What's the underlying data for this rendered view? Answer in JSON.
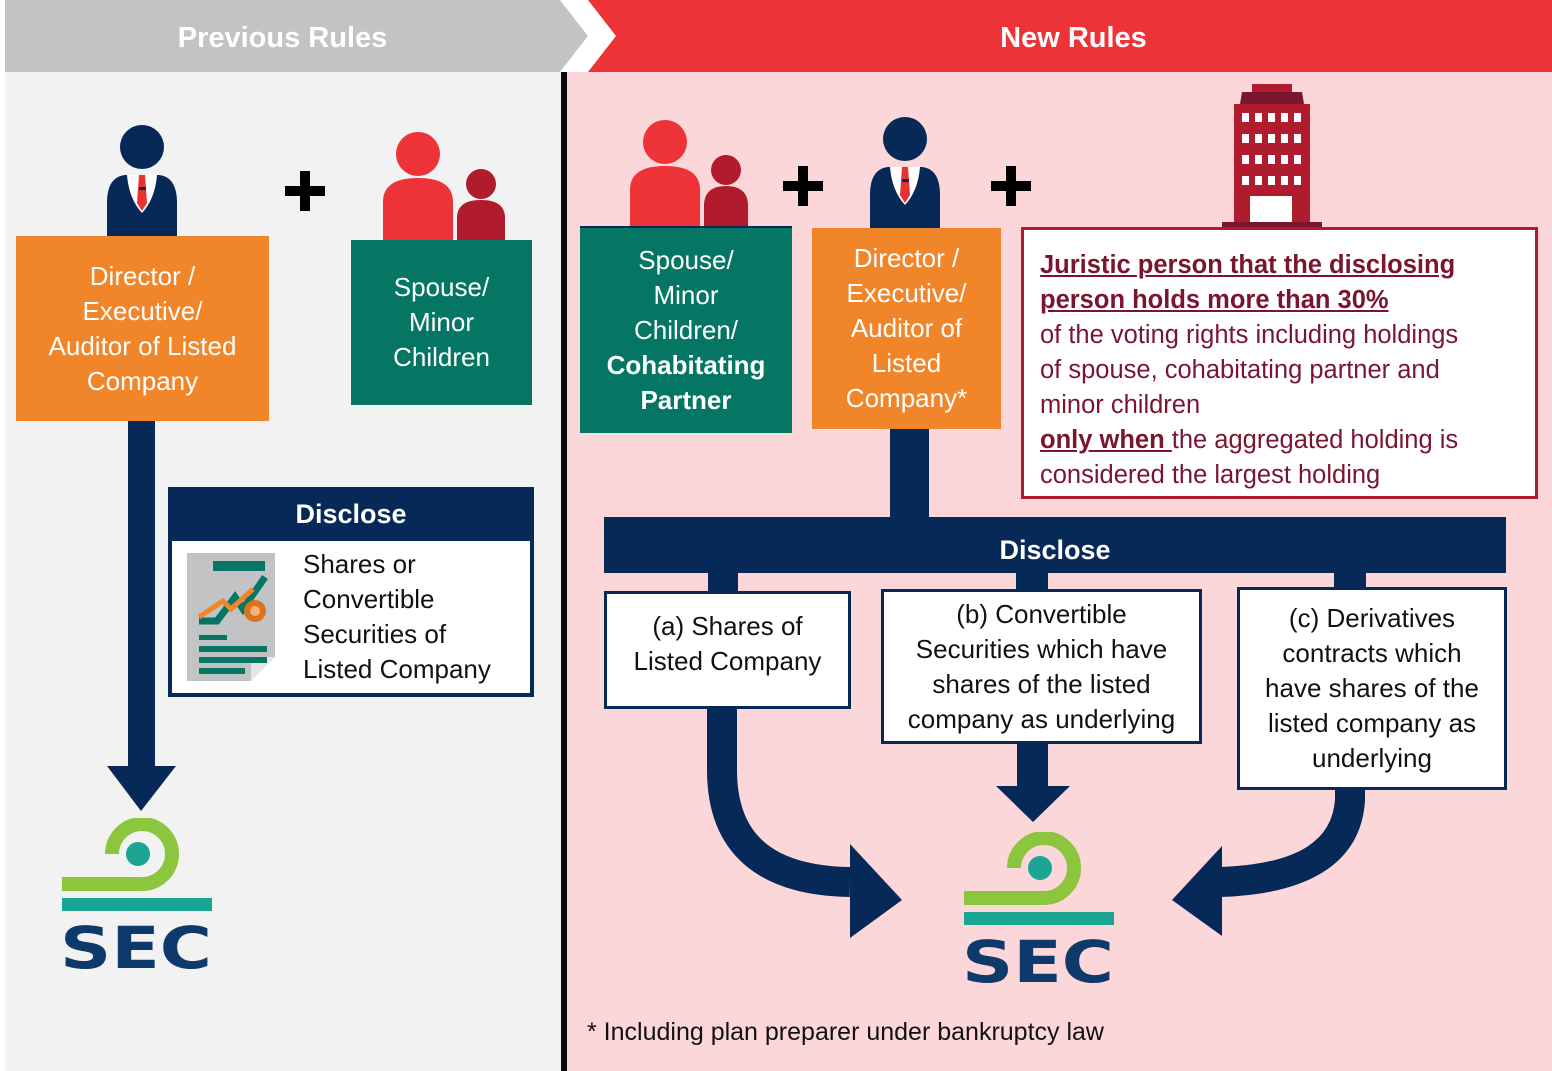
{
  "header": {
    "previous_label": "Previous Rules",
    "new_label": "New Rules"
  },
  "colors": {
    "previous_header": "#c2c3c5",
    "new_header": "#ed3238",
    "left_bg": "#f2f2f2",
    "right_bg": "#fcd7da",
    "orange": "#f0852a",
    "green": "#057663",
    "navy": "#062957",
    "maroon": "#7a1530",
    "building": "#b01b2e"
  },
  "previous": {
    "director_box": [
      "Director /",
      "Executive/",
      "Auditor of Listed",
      "Company"
    ],
    "spouse_box": [
      "Spouse/",
      "Minor",
      "Children"
    ],
    "disclose_title": "Disclose",
    "disclose_items": [
      "Shares or",
      "Convertible",
      "Securities of",
      "Listed Company"
    ],
    "regulator": "SEC"
  },
  "new": {
    "spouse_box": {
      "lines": [
        "Spouse/",
        "Minor",
        "Children/"
      ],
      "bold_lines": [
        "Cohabitating",
        "Partner"
      ]
    },
    "director_box": [
      "Director /",
      "Executive/",
      "Auditor of",
      "Listed",
      "Company*"
    ],
    "juristic": {
      "heading_lines": [
        "Juristic person that the disclosing",
        "person holds more than 30%"
      ],
      "body_lines": [
        "of the voting rights including holdings",
        "of spouse, cohabitating partner and",
        "minor children"
      ],
      "condition_bold": "only when ",
      "condition_rest": "the aggregated holding is",
      "condition_last": "considered the largest holding"
    },
    "disclose_title": "Disclose",
    "items": [
      {
        "lines": [
          "(a) Shares of",
          "Listed Company"
        ]
      },
      {
        "lines": [
          "(b) Convertible",
          "Securities which have",
          "shares of the listed",
          "company as underlying"
        ]
      },
      {
        "lines": [
          "(c) Derivatives",
          "contracts which",
          "have shares of the",
          "listed company as",
          "underlying"
        ]
      }
    ],
    "regulator": "SEC",
    "footnote": "* Including plan preparer under bankruptcy law"
  }
}
